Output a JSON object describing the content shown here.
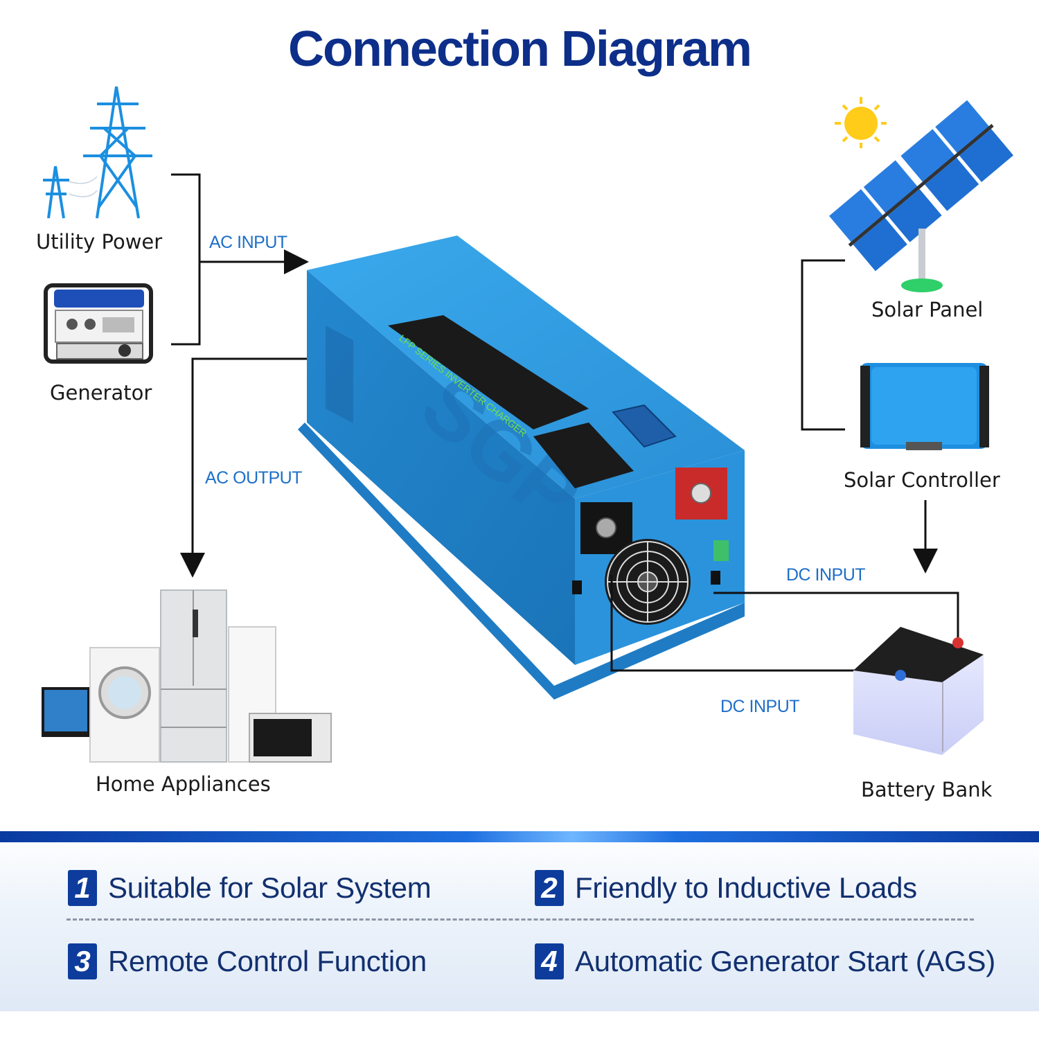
{
  "title": "Connection Diagram",
  "nodes": {
    "utility": "Utility Power",
    "generator": "Generator",
    "appliances": "Home Appliances",
    "solar_panel": "Solar Panel",
    "solar_controller": "Solar Controller",
    "battery": "Battery Bank"
  },
  "connections": {
    "ac_input": "AC INPUT",
    "ac_output": "AC OUTPUT",
    "dc_input_top": "DC INPUT",
    "dc_input_bottom": "DC INPUT"
  },
  "device_text": {
    "brand": "SGP",
    "panel_label": "LFP SERIES INVERTER CHARGER"
  },
  "features": [
    {
      "num": "1",
      "text": "Suitable for Solar System"
    },
    {
      "num": "2",
      "text": "Friendly to Inductive Loads"
    },
    {
      "num": "3",
      "text": "Remote Control Function"
    },
    {
      "num": "4",
      "text": "Automatic Generator Start (AGS)"
    }
  ],
  "colors": {
    "title": "#0d2f8a",
    "connection_label": "#1d6fc7",
    "inverter_body": "#2f9de3",
    "feature_text": "#12306f"
  }
}
